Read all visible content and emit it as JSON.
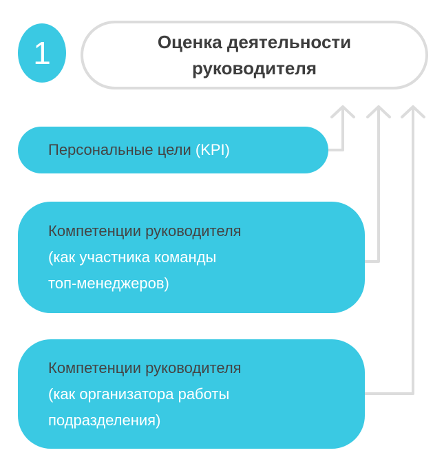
{
  "badge": {
    "number": "1"
  },
  "title": {
    "line1": "Оценка деятельности",
    "line2": "руководителя"
  },
  "boxes": [
    {
      "text": "Персональные цели",
      "highlight": "(KPI)"
    },
    {
      "line1": "Компетенции руководителя",
      "line2": "(как участника команды",
      "line3": "топ-менеджеров)"
    },
    {
      "line1": "Компетенции руководителя",
      "line2": "(как организатора работы",
      "line3": "подразделения)"
    }
  ],
  "colors": {
    "accent": "#3ac9e3",
    "connector": "#dcdcdc",
    "text_dark": "#444444",
    "text_light": "#ffffff"
  }
}
